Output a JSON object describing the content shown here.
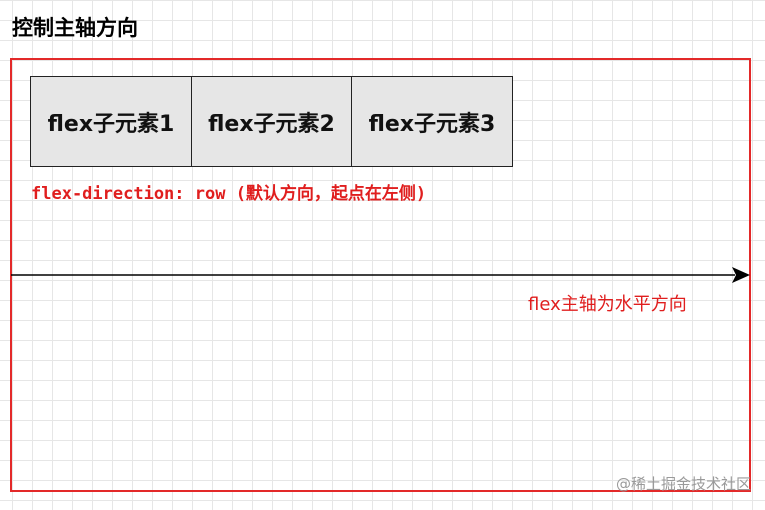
{
  "title": "控制主轴方向",
  "flex_items": [
    {
      "label": "flex子元素1"
    },
    {
      "label": "flex子元素2"
    },
    {
      "label": "flex子元素3"
    }
  ],
  "direction_note": "flex-direction: row (默认方向，起点在左侧)",
  "axis_label": "flex主轴为水平方向",
  "watermark": "@稀土掘金技术社区",
  "colors": {
    "frame": "#e32929",
    "annotation_text": "#e01e1e",
    "item_fill": "#e6e6e6",
    "axis_line": "#000000"
  }
}
